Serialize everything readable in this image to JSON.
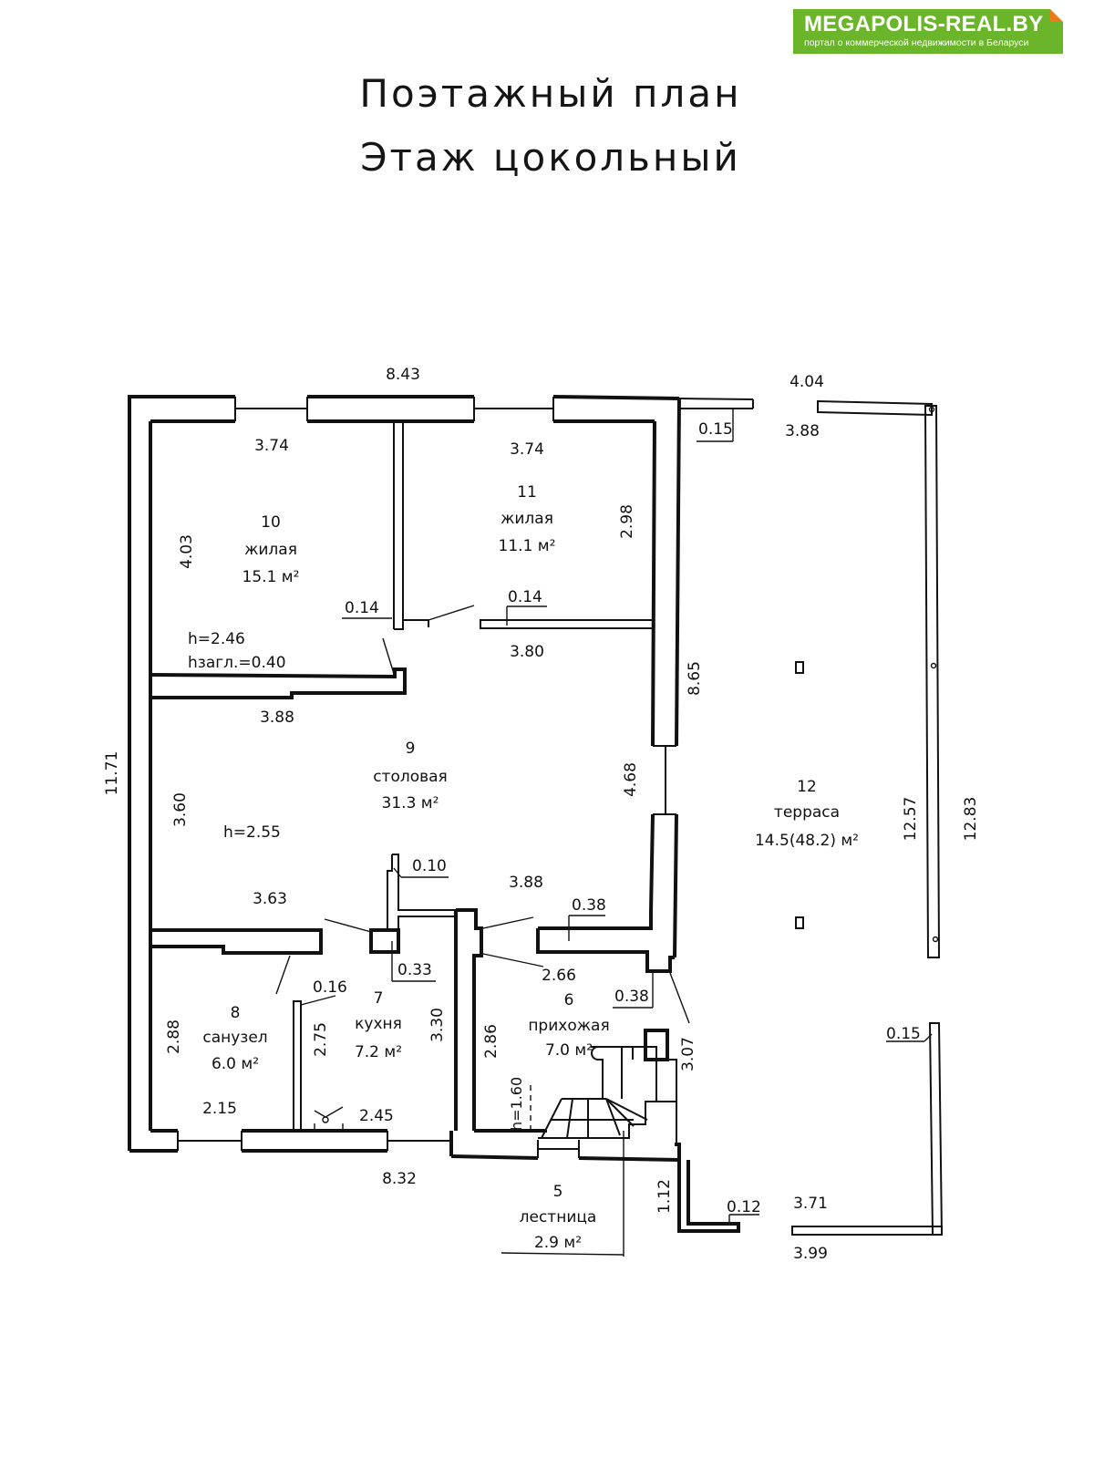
{
  "logo": {
    "name": "MEGAPOLIS-REAL.BY",
    "tagline": "портал о коммерческой недвижимости в Беларуси",
    "bg_color": "#6bb52a",
    "corner_color": "#f07a1b"
  },
  "title": {
    "line1": "Поэтажный план",
    "line2": "Этаж цокольный"
  },
  "rooms": [
    {
      "number": "10",
      "name": "жилая",
      "area": "15.1 м²",
      "height": "h=2.46",
      "extra": "hзагл.=0.40"
    },
    {
      "number": "11",
      "name": "жилая",
      "area": "11.1 м²"
    },
    {
      "number": "9",
      "name": "столовая",
      "area": "31.3 м²",
      "height": "h=2.55"
    },
    {
      "number": "8",
      "name": "санузел",
      "area": "6.0 м²"
    },
    {
      "number": "7",
      "name": "кухня",
      "area": "7.2 м²"
    },
    {
      "number": "6",
      "name": "прихожая",
      "area": "7.0 м²",
      "height": "h=1.60"
    },
    {
      "number": "5",
      "name": "лестница",
      "area": "2.9 м²"
    },
    {
      "number": "12",
      "name": "терраса",
      "area": "14.5(48.2) м²"
    }
  ],
  "dimensions": {
    "top_overall": "8.43",
    "left_overall": "11.71",
    "bottom_overall": "8.32",
    "r10_top": "3.74",
    "r10_left": "4.03",
    "r10_partition": "0.14",
    "r11_top": "3.74",
    "r11_right": "2.98",
    "r11_partition": "0.14",
    "r11_bottom": "3.80",
    "r9_top": "3.88",
    "r9_left": "3.60",
    "r9_right": "4.68",
    "r9_bottom_left": "3.63",
    "r9_bottom_right": "3.88",
    "partition_010": "0.10",
    "partition_033": "0.33",
    "wall_038_a": "0.38",
    "wall_038_b": "0.38",
    "r6_top": "2.66",
    "r6_left": "2.86",
    "r6_right": "3.07",
    "r8_left": "2.88",
    "r8_bottom": "2.15",
    "partition_016": "0.16",
    "r7_left": "2.75",
    "r7_right": "3.30",
    "r7_bottom": "2.45",
    "east_wall": "8.65",
    "terrace_top_outer": "4.04",
    "terrace_top_inner": "3.88",
    "terrace_wall_015_a": "0.15",
    "terrace_wall_015_b": "0.15",
    "terrace_inner_height": "12.57",
    "terrace_outer_height": "12.83",
    "terrace_bottom_inner": "3.71",
    "terrace_bottom_outer": "3.99",
    "stair_length": "1.12",
    "stair_wall": "0.12"
  }
}
